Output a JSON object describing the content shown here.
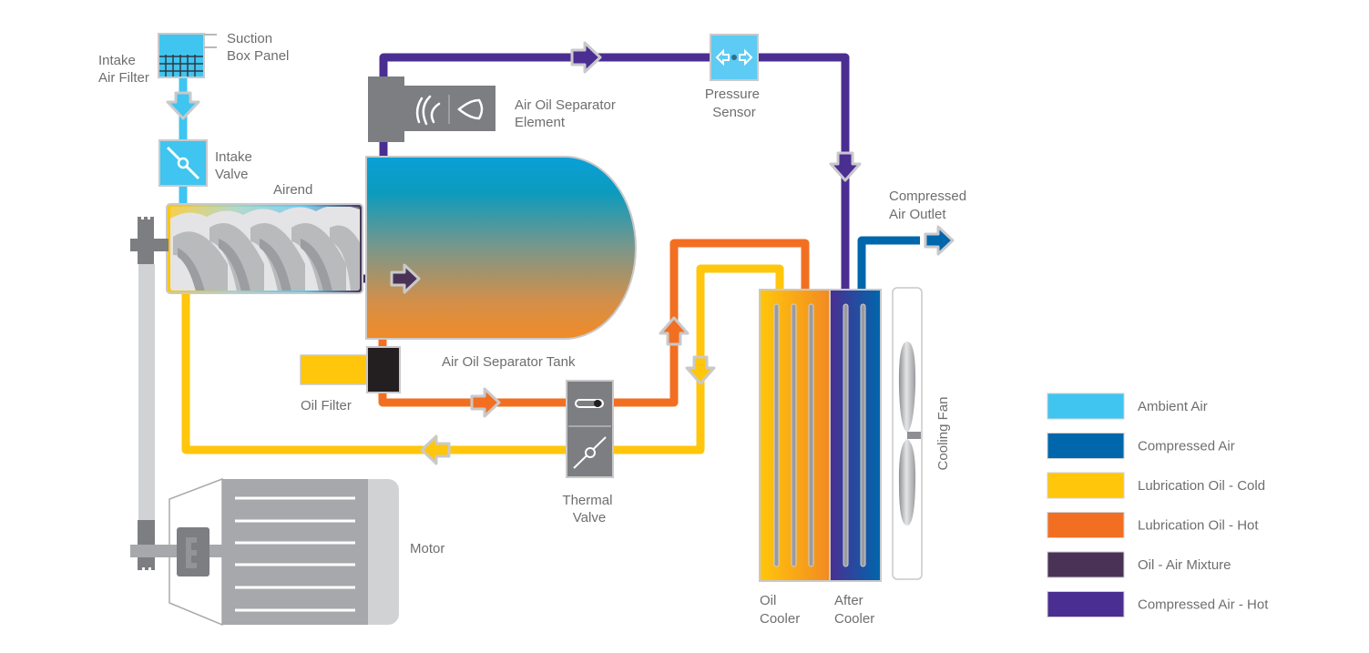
{
  "title": "Air Compressor Operation Diagram",
  "colors": {
    "ambient_air": "#3fc5f0",
    "compressed_air": "#0067ac",
    "oil_cold": "#ffc60b",
    "oil_hot": "#f26f22",
    "oil_air_mixture": "#4a3256",
    "compressed_air_hot": "#4b2e91",
    "component_gray": "#7d7e81",
    "light_gray": "#d1d2d4",
    "label_gray": "#6d6e71"
  },
  "components": {
    "intake_air_filter": {
      "label_lines": [
        "Intake",
        "Air Filter"
      ]
    },
    "suction_box_panel": {
      "label_lines": [
        "Suction",
        "Box Panel"
      ]
    },
    "intake_valve": {
      "label_lines": [
        "Intake",
        "Valve"
      ]
    },
    "airend": {
      "label": "Airend"
    },
    "separator_element": {
      "label_lines": [
        "Air Oil Separator",
        "Element"
      ]
    },
    "pressure_sensor": {
      "label_lines": [
        "Pressure",
        "Sensor"
      ]
    },
    "separator_tank": {
      "label": "Air Oil Separator Tank"
    },
    "oil_filter": {
      "label": "Oil Filter"
    },
    "thermal_valve": {
      "label_lines": [
        "Thermal",
        "Valve"
      ]
    },
    "compressed_air_outlet": {
      "label_lines": [
        "Compressed",
        "Air Outlet"
      ]
    },
    "oil_cooler": {
      "label_lines": [
        "Oil",
        "Cooler"
      ]
    },
    "after_cooler": {
      "label_lines": [
        "After",
        "Cooler"
      ]
    },
    "cooling_fan": {
      "label": "Cooling Fan"
    },
    "motor": {
      "label": "Motor"
    }
  },
  "legend": [
    {
      "label": "Ambient Air",
      "color": "#3fc5f0"
    },
    {
      "label": "Compressed Air",
      "color": "#0067ac"
    },
    {
      "label": "Lubrication Oil - Cold",
      "color": "#ffc60b"
    },
    {
      "label": "Lubrication Oil - Hot",
      "color": "#f26f22"
    },
    {
      "label": "Oil - Air Mixture",
      "color": "#4a3256"
    },
    {
      "label": "Compressed Air - Hot",
      "color": "#4b2e91"
    }
  ]
}
